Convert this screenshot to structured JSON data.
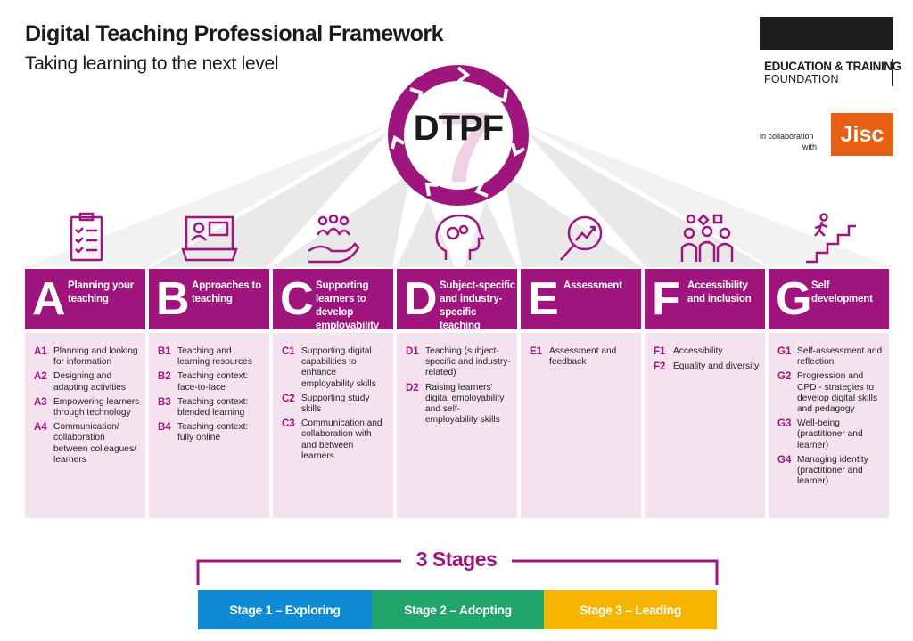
{
  "title": "Digital Teaching Professional Framework",
  "subtitle": "Taking learning to the next level",
  "logo": {
    "line1": "EDUCATION & TRAINING",
    "line2": "FOUNDATION"
  },
  "collab": {
    "line1": "in collaboration",
    "line2": "with",
    "partner": "Jisc"
  },
  "center": {
    "label": "DTPF",
    "number": "7"
  },
  "colors": {
    "magenta": "#a0157d",
    "light_pink": "#f4e3ef",
    "stage1": "#0e8bd2",
    "stage2": "#20a66a",
    "stage3": "#f7b500",
    "jisc": "#e85e13"
  },
  "columns": [
    {
      "letter": "A",
      "title": "Planning your teaching",
      "icon": "clipboard-checklist-icon",
      "items": [
        {
          "code": "A1",
          "text": "Planning and looking for information"
        },
        {
          "code": "A2",
          "text": "Designing and adapting activities"
        },
        {
          "code": "A3",
          "text": "Empowering learners through technology"
        },
        {
          "code": "A4",
          "text": "Communication/ collaboration between colleagues/ learners"
        }
      ]
    },
    {
      "letter": "B",
      "title": "Approaches to teaching",
      "icon": "laptop-teaching-icon",
      "items": [
        {
          "code": "B1",
          "text": "Teaching and learning resources"
        },
        {
          "code": "B2",
          "text": "Teaching context: face-to-face"
        },
        {
          "code": "B3",
          "text": "Teaching context: blended learning"
        },
        {
          "code": "B4",
          "text": "Teaching context: fully online"
        }
      ]
    },
    {
      "letter": "C",
      "title": "Supporting learners to develop employability skills",
      "icon": "hand-with-people-icon",
      "items": [
        {
          "code": "C1",
          "text": "Supporting digital capabilities to enhance employability skills"
        },
        {
          "code": "C2",
          "text": "Supporting study skills"
        },
        {
          "code": "C3",
          "text": "Communication and collaboration with and between learners"
        }
      ]
    },
    {
      "letter": "D",
      "title": "Subject-specific and industry-specific teaching",
      "icon": "head-gears-icon",
      "items": [
        {
          "code": "D1",
          "text": "Teaching (subject-specific and industry-related)"
        },
        {
          "code": "D2",
          "text": "Raising learners' digital employability and self-employability skills"
        }
      ]
    },
    {
      "letter": "E",
      "title": "Assessment",
      "icon": "magnifier-chart-icon",
      "items": [
        {
          "code": "E1",
          "text": "Assessment and feedback"
        }
      ]
    },
    {
      "letter": "F",
      "title": "Accessibility and inclusion",
      "icon": "diverse-people-icon",
      "items": [
        {
          "code": "F1",
          "text": "Accessibility"
        },
        {
          "code": "F2",
          "text": "Equality and diversity"
        }
      ]
    },
    {
      "letter": "G",
      "title": "Self development",
      "icon": "person-climbing-stairs-icon",
      "items": [
        {
          "code": "G1",
          "text": "Self-assessment and reflection"
        },
        {
          "code": "G2",
          "text": "Progression and CPD - strategies to develop digital skills and pedagogy"
        },
        {
          "code": "G3",
          "text": "Well-being (practitioner and learner)"
        },
        {
          "code": "G4",
          "text": "Managing identity (practitioner and learner)"
        }
      ]
    }
  ],
  "stages": {
    "title": "3 Stages",
    "items": [
      {
        "label": "Stage 1 – Exploring",
        "color": "#0e8bd2"
      },
      {
        "label": "Stage 2 – Adopting",
        "color": "#20a66a"
      },
      {
        "label": "Stage 3 – Leading",
        "color": "#f7b500"
      }
    ]
  }
}
